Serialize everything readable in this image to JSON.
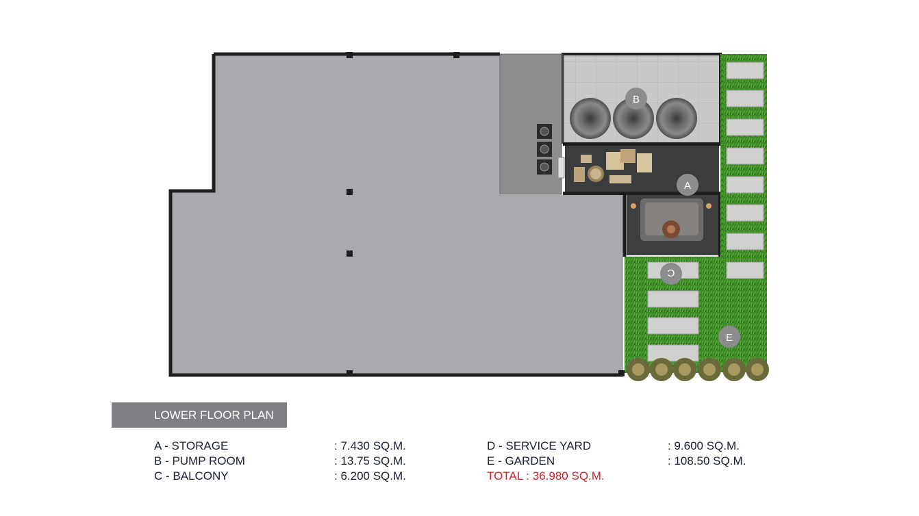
{
  "plan": {
    "title": "LOWER FLOOR PLAN",
    "markers": {
      "a": "A",
      "b": "B",
      "c": "C",
      "e": "E"
    }
  },
  "legend": {
    "left": [
      {
        "name": "A - STORAGE",
        "area": ":  7.430 SQ.M."
      },
      {
        "name": "B - PUMP ROOM",
        "area": ":  13.75 SQ.M."
      },
      {
        "name": "C - BALCONY",
        "area": ":  6.200 SQ.M."
      }
    ],
    "right": [
      {
        "name": "D - SERVICE YARD",
        "area": ":  9.600   SQ.M."
      },
      {
        "name": "E - GARDEN",
        "area": ":  108.50 SQ.M."
      }
    ],
    "total": "TOTAL  :  36.980 SQ.M."
  },
  "colors": {
    "floor": "#a8aaad",
    "wall": "#1e1e1e",
    "grass": "#3f8f2a",
    "title_bar": "#7d7f82",
    "legend_text": "#1a1f3a",
    "total_text": "#d41f26"
  }
}
